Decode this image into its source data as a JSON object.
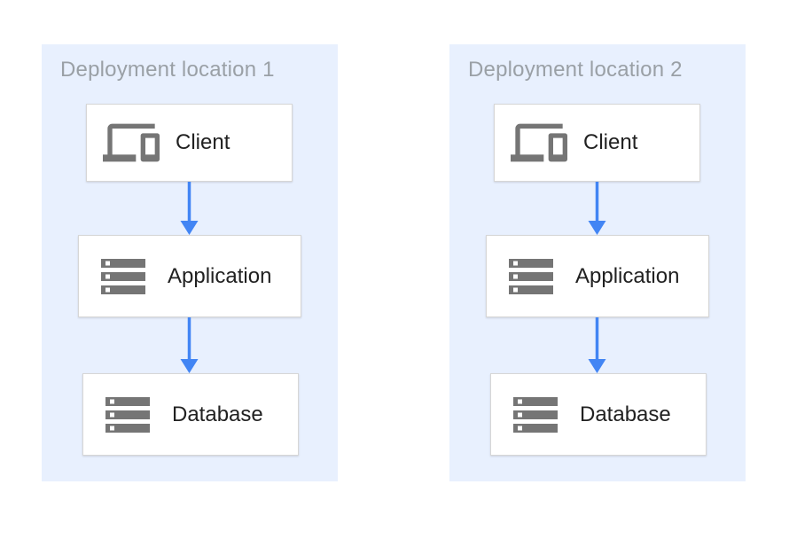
{
  "diagram": {
    "type": "architecture-diagram",
    "colors": {
      "panel_background": "#E8F0FE",
      "arrow": "#4285F4",
      "icon_gray": "#757575",
      "title_gray": "#9AA0A6",
      "label_dark": "#212121",
      "node_background": "#FFFFFF",
      "node_border": "#D6D6D6"
    },
    "panels": [
      {
        "title": "Deployment location 1",
        "nodes": [
          {
            "label": "Client",
            "icon": "devices-icon"
          },
          {
            "label": "Application",
            "icon": "storage-icon"
          },
          {
            "label": "Database",
            "icon": "storage-icon"
          }
        ],
        "connections": [
          {
            "from": "Client",
            "to": "Application"
          },
          {
            "from": "Application",
            "to": "Database"
          }
        ]
      },
      {
        "title": "Deployment location 2",
        "nodes": [
          {
            "label": "Client",
            "icon": "devices-icon"
          },
          {
            "label": "Application",
            "icon": "storage-icon"
          },
          {
            "label": "Database",
            "icon": "storage-icon"
          }
        ],
        "connections": [
          {
            "from": "Client",
            "to": "Application"
          },
          {
            "from": "Application",
            "to": "Database"
          }
        ]
      }
    ]
  }
}
